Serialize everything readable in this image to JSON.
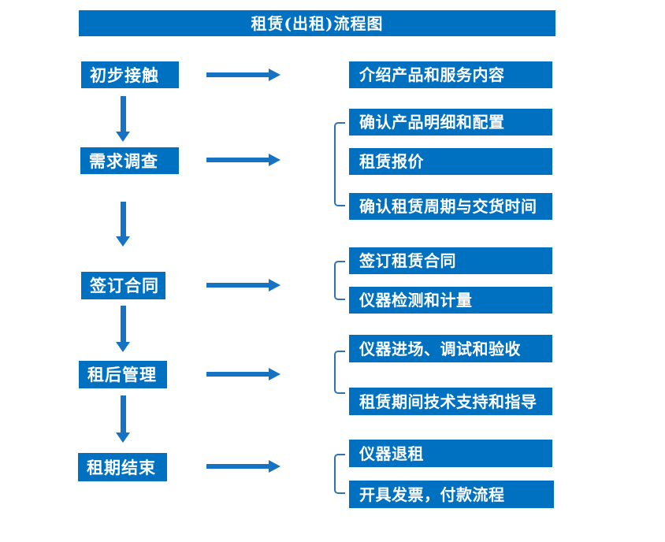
{
  "title": "租赁(出租)流程图",
  "colors": {
    "box_blue": "#0070C0",
    "arrow_blue": "#1673C4",
    "bracket_blue": "#2E74B5",
    "text_white": "#FFFFFF",
    "background": "#FFFFFF"
  },
  "steps": [
    {
      "label": "初步接触",
      "details": [
        "介绍产品和服务内容"
      ]
    },
    {
      "label": "需求调查",
      "details": [
        "确认产品明细和配置",
        "租赁报价",
        "确认租赁周期与交货时间"
      ]
    },
    {
      "label": "签订合同",
      "details": [
        "签订租赁合同",
        "仪器检测和计量"
      ]
    },
    {
      "label": "租后管理",
      "details": [
        "仪器进场、调试和验收",
        "租赁期间技术支持和指导"
      ]
    },
    {
      "label": "租期结束",
      "details": [
        "仪器退租",
        "开具发票，付款流程"
      ]
    }
  ]
}
